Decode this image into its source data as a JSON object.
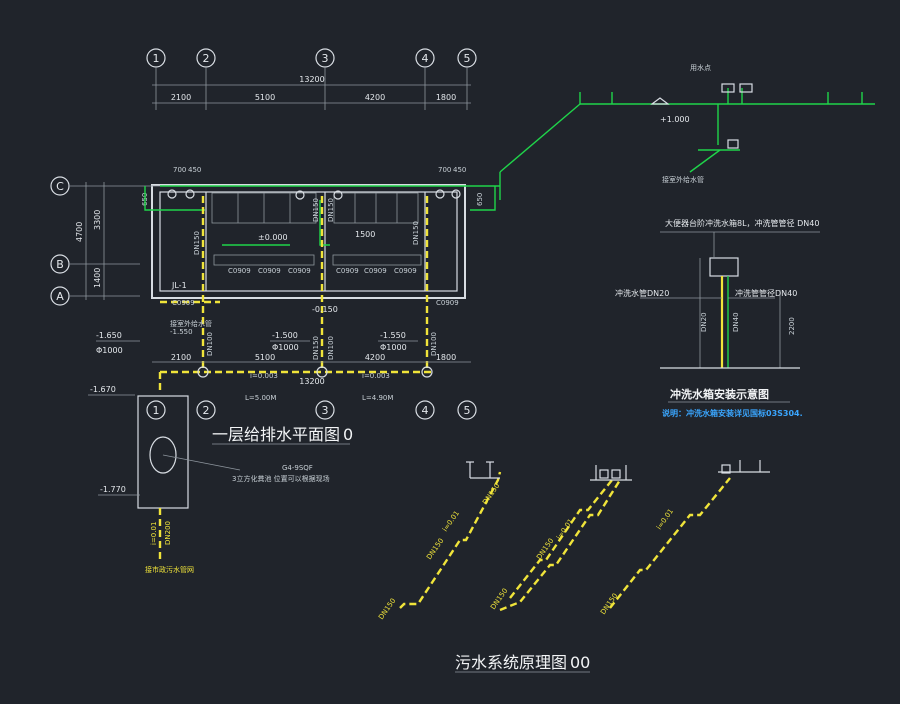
{
  "axes": {
    "columns": [
      "1",
      "2",
      "3",
      "4",
      "5"
    ],
    "rows": [
      "C",
      "B",
      "A"
    ]
  },
  "dimensions": {
    "total_top": "13200",
    "bays_top": [
      "2100",
      "5100",
      "4200",
      "1800"
    ],
    "total_bottom": "13200",
    "bays_bottom": [
      "2100",
      "5100",
      "4200",
      "1800"
    ],
    "left_total": "4700",
    "left_parts": [
      "3300",
      "1400"
    ],
    "top_left_pair": [
      "700",
      "450"
    ],
    "top_right_pair": [
      "700",
      "450"
    ],
    "side_650": "650"
  },
  "plan": {
    "title": "一层给排水平面图",
    "scale_glyph": "0",
    "level_main": "±0.000",
    "level_low": "-0.150",
    "slope_label": "i=0.003",
    "door_tags": [
      "C0909",
      "C0909",
      "C0909",
      "C0909",
      "C0909",
      "C0909"
    ],
    "window_tags": [
      "C0909",
      "C0909"
    ],
    "jl_tag": "JL-1",
    "dim_1500": "1500",
    "pipe_tags": [
      "DN150",
      "DN150",
      "DN150",
      "DN150",
      "DN150",
      "DN100",
      "DN100",
      "DN100"
    ],
    "drop_levels": [
      "-1.650",
      "-1.550",
      "-1.500",
      "-1.550"
    ],
    "phi_tags": [
      "Φ1000",
      "Φ1000",
      "Φ1000"
    ],
    "note_small": "接室外给水管",
    "level_outlet": "-1.670",
    "run_lengths": [
      "L=5.00M",
      "L=4.90M"
    ],
    "tank_level": "-1.770",
    "tank_code": "G4-9SQF",
    "tank_note": "3立方化粪池 位置可以根据现场",
    "outlet_pipe": "DN200",
    "outlet_slope": "i=0.01",
    "outlet_note": "接市政污水管网"
  },
  "supply": {
    "level": "+1.000",
    "note_a": "用水点",
    "note_b": "接室外给水管"
  },
  "detail": {
    "label_top": "大便器台阶冲洗水箱8L，冲洗管管径 DN40",
    "label_left": "冲洗水管DN20",
    "label_right": "冲洗管管径DN40",
    "pipe_a": "DN20",
    "pipe_b": "DN40",
    "height": "2200",
    "title": "冲洗水箱安装示意图",
    "note": "说明：冲洗水箱安装详见国标03S304."
  },
  "riser": {
    "title": "污水系统原理图",
    "scale_glyph": "00",
    "labels": [
      "DN150",
      "DN150",
      "DN150",
      "DN150",
      "DN150",
      "DN150"
    ],
    "slope_labels": [
      "i=0.01",
      "i=0.01",
      "i=0.01"
    ]
  },
  "colors": {
    "background": "#20242b",
    "line": "#d8dde3",
    "water_pipe": "#1fd44a",
    "drain_pipe": "#f0e43a",
    "note": "#3aa6ff"
  }
}
